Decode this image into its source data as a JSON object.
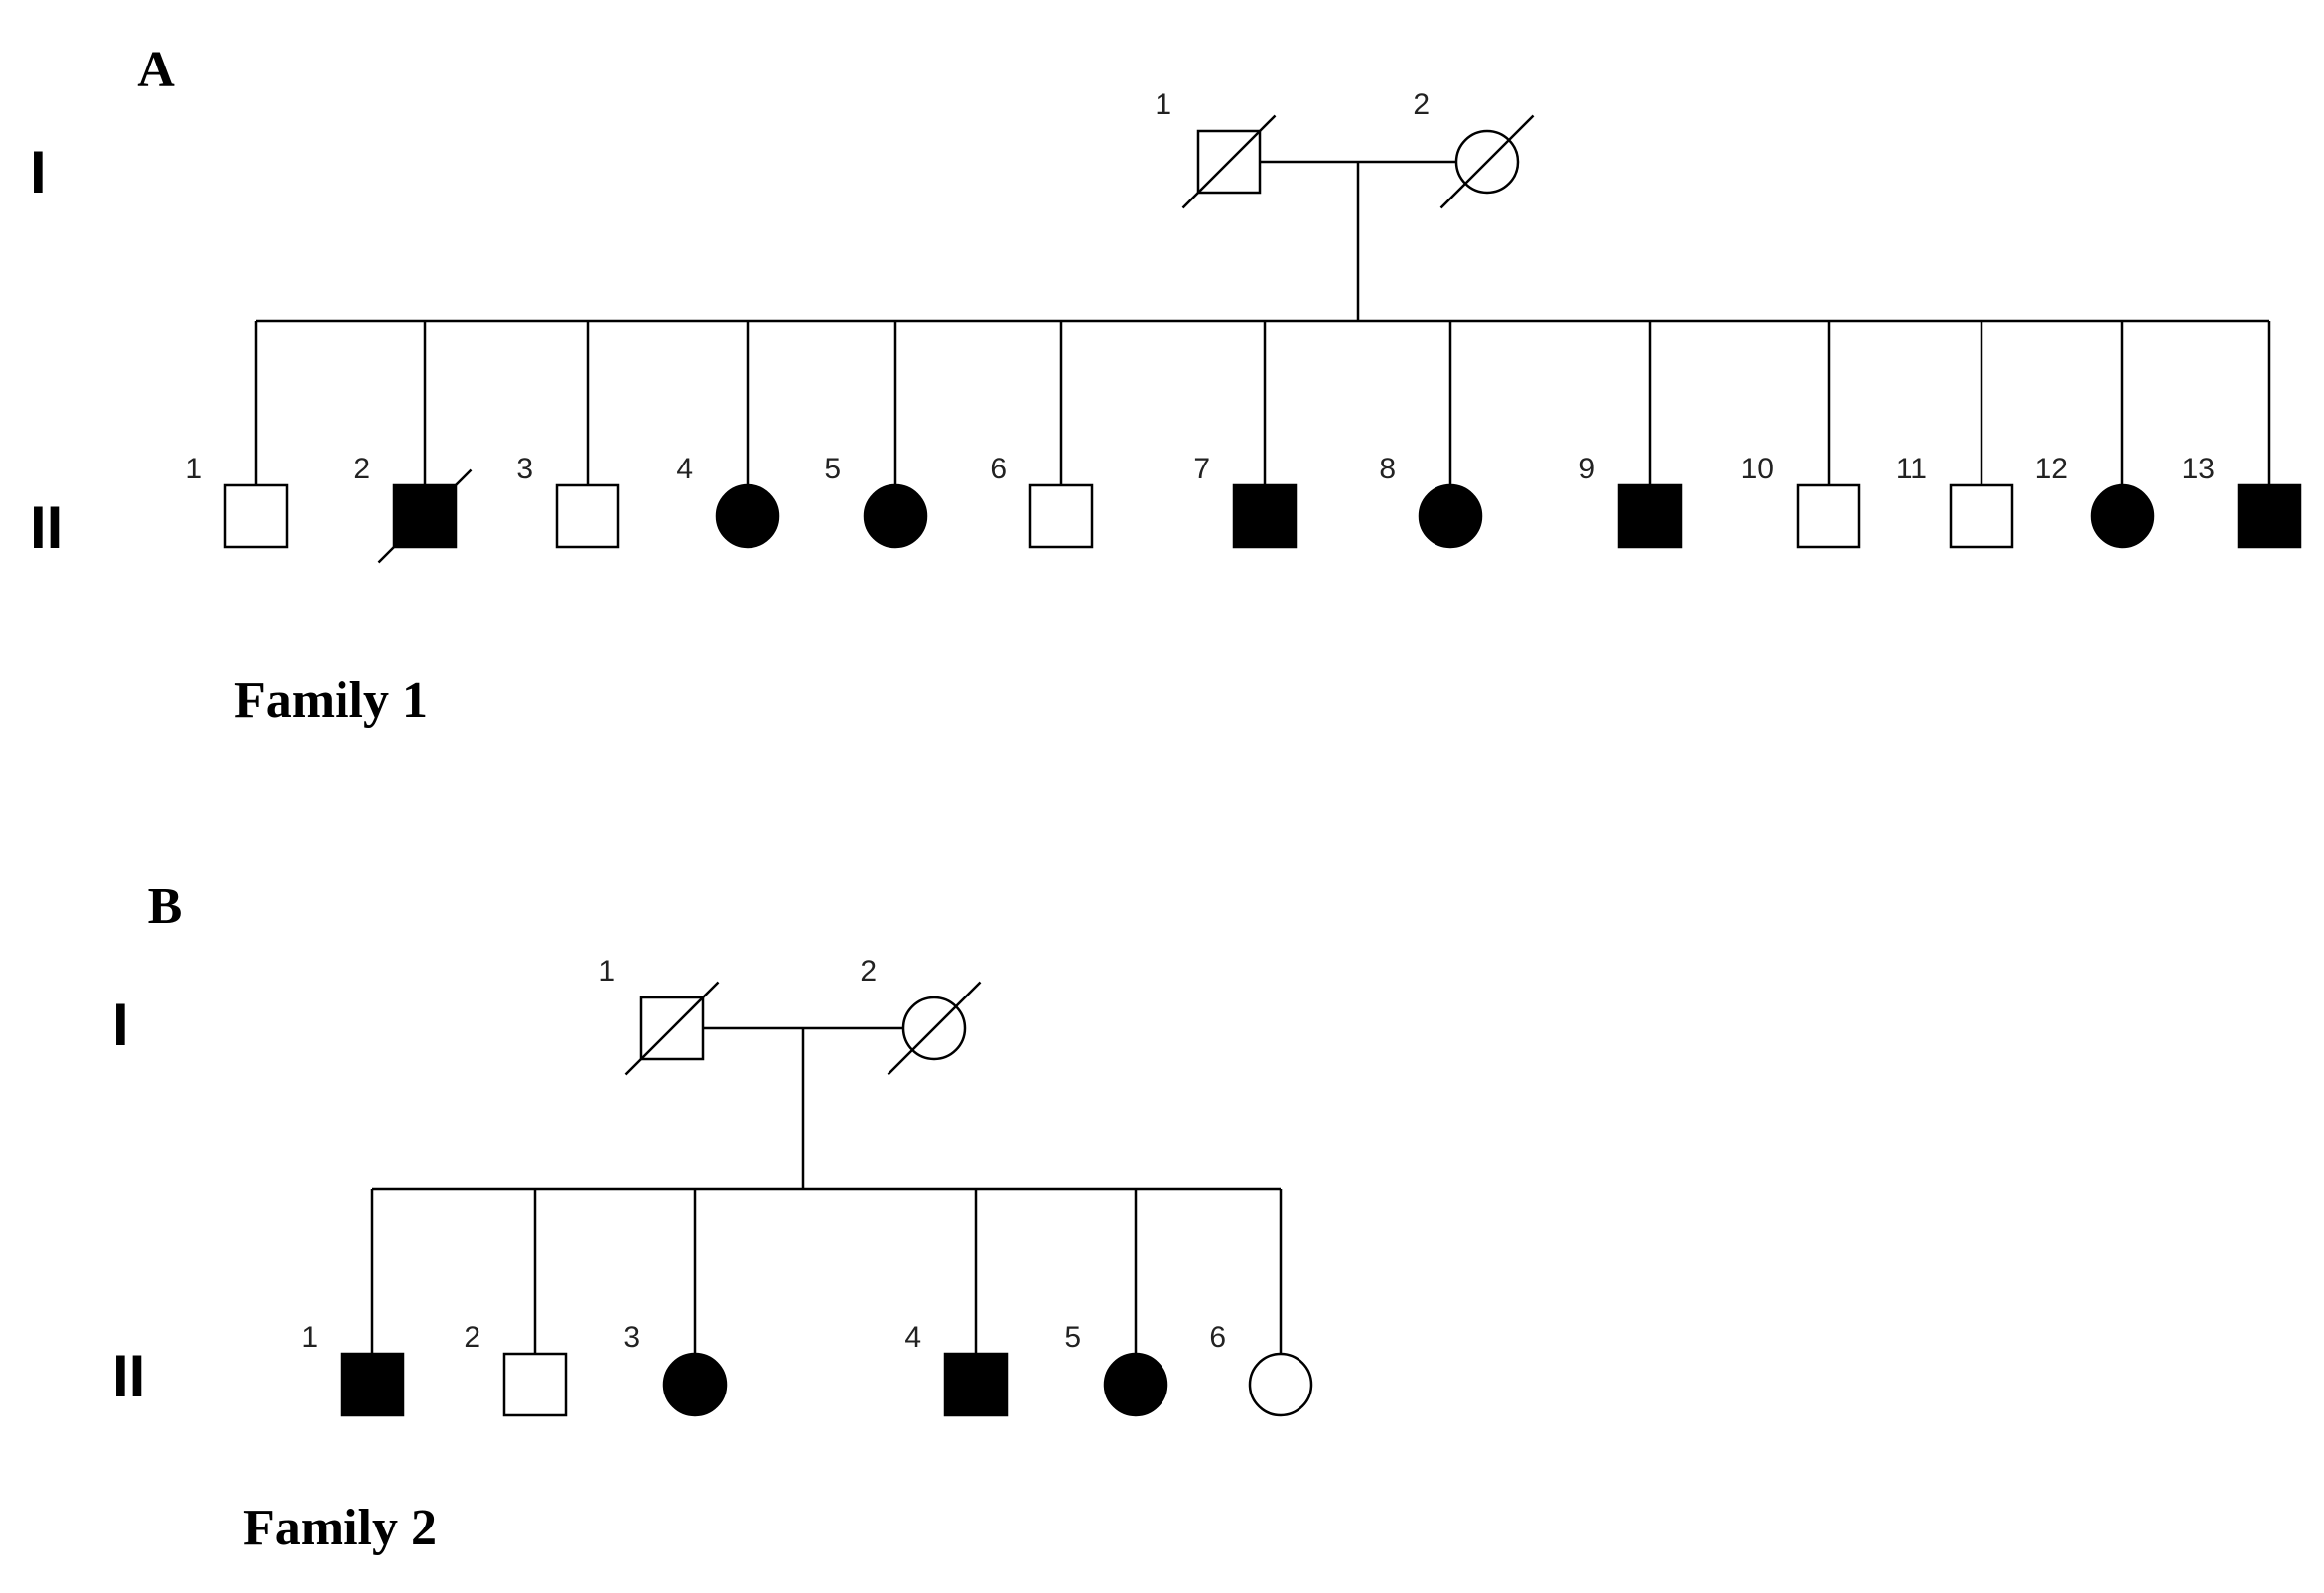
{
  "colors": {
    "affected": "#000000",
    "unaffected": "#ffffff",
    "line": "#000000"
  },
  "families": [
    {
      "panel": "A",
      "title": "Family  1",
      "generations": [
        "I",
        "II"
      ],
      "parents": [
        {
          "num": "1",
          "sex": "male",
          "affected": false,
          "deceased": true
        },
        {
          "num": "2",
          "sex": "female",
          "affected": false,
          "deceased": true
        }
      ],
      "children": [
        {
          "num": "1",
          "sex": "male",
          "affected": false,
          "deceased": false
        },
        {
          "num": "2",
          "sex": "male",
          "affected": true,
          "deceased": true
        },
        {
          "num": "3",
          "sex": "male",
          "affected": false,
          "deceased": false
        },
        {
          "num": "4",
          "sex": "female",
          "affected": true,
          "deceased": false
        },
        {
          "num": "5",
          "sex": "female",
          "affected": true,
          "deceased": false
        },
        {
          "num": "6",
          "sex": "male",
          "affected": false,
          "deceased": false
        },
        {
          "num": "7",
          "sex": "male",
          "affected": true,
          "deceased": false
        },
        {
          "num": "8",
          "sex": "female",
          "affected": true,
          "deceased": false
        },
        {
          "num": "9",
          "sex": "male",
          "affected": true,
          "deceased": false
        },
        {
          "num": "10",
          "sex": "male",
          "affected": false,
          "deceased": false
        },
        {
          "num": "11",
          "sex": "male",
          "affected": false,
          "deceased": false
        },
        {
          "num": "12",
          "sex": "female",
          "affected": true,
          "deceased": false
        },
        {
          "num": "13",
          "sex": "male",
          "affected": true,
          "deceased": false
        }
      ]
    },
    {
      "panel": "B",
      "title": "Family  2",
      "generations": [
        "I",
        "II"
      ],
      "parents": [
        {
          "num": "1",
          "sex": "male",
          "affected": false,
          "deceased": true
        },
        {
          "num": "2",
          "sex": "female",
          "affected": false,
          "deceased": true
        }
      ],
      "children": [
        {
          "num": "1",
          "sex": "male",
          "affected": true,
          "deceased": false
        },
        {
          "num": "2",
          "sex": "male",
          "affected": false,
          "deceased": false
        },
        {
          "num": "3",
          "sex": "female",
          "affected": true,
          "deceased": false
        },
        {
          "num": "4",
          "sex": "male",
          "affected": true,
          "deceased": false
        },
        {
          "num": "5",
          "sex": "female",
          "affected": true,
          "deceased": false
        },
        {
          "num": "6",
          "sex": "female",
          "affected": false,
          "deceased": false
        }
      ]
    }
  ]
}
